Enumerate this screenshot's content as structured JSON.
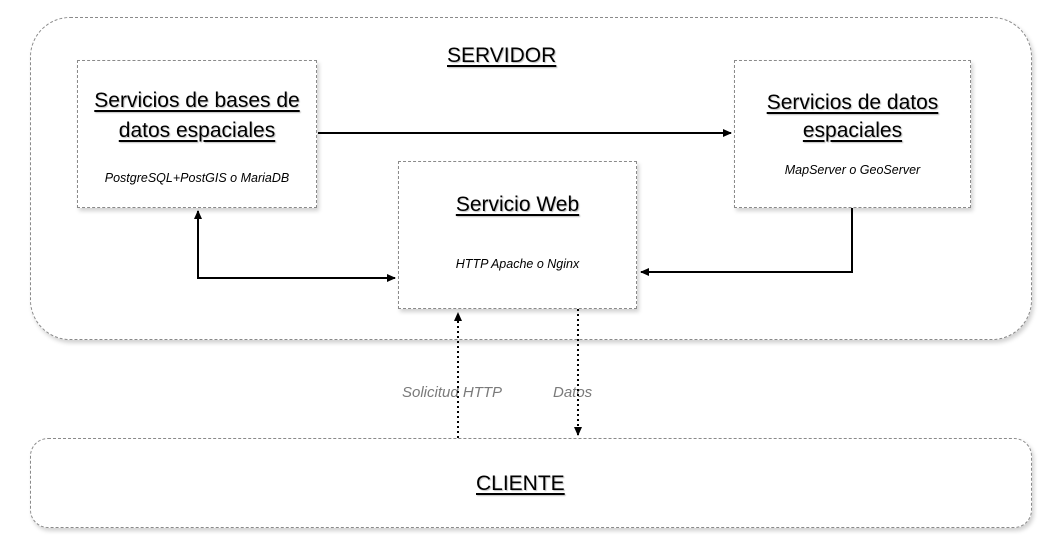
{
  "server": {
    "label": "SERVIDOR"
  },
  "client": {
    "label": "CLIENTE"
  },
  "boxes": {
    "db": {
      "title_line1": "Servicios de bases de",
      "title_line2": "datos espaciales",
      "subtitle": "PostgreSQL+PostGIS o  MariaDB"
    },
    "spatial": {
      "title_line1": "Servicios de datos",
      "title_line2": "espaciales",
      "subtitle": "MapServer o GeoServer"
    },
    "web": {
      "title": "Servicio Web",
      "subtitle": "HTTP Apache  o Nginx"
    }
  },
  "flows": {
    "request": "Solicitud HTTP",
    "data": "Datos"
  }
}
